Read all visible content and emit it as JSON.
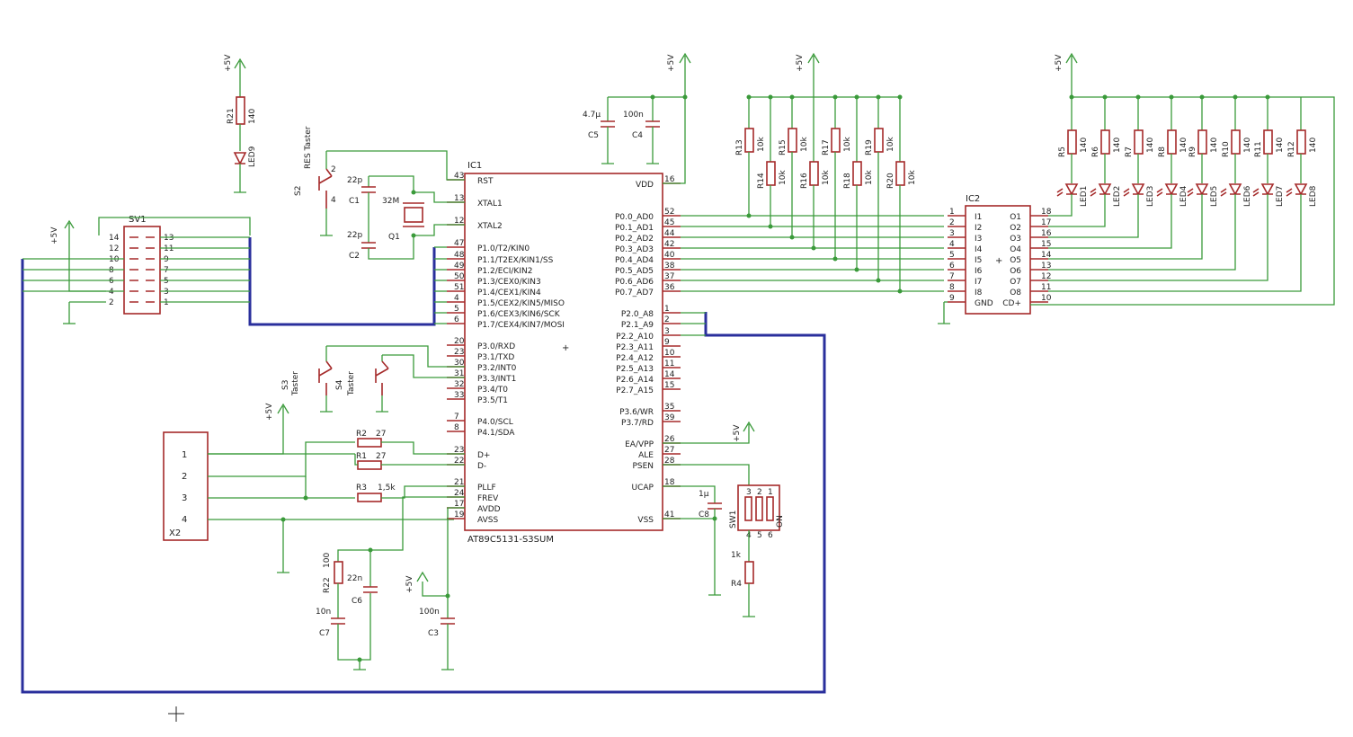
{
  "power": "+5V",
  "ic1": {
    "ref": "IC1",
    "part": "AT89C5131-S3SUM",
    "left_pins": [
      {
        "num": "43",
        "name": "RST"
      },
      {
        "num": "13",
        "name": "XTAL1"
      },
      {
        "num": "12",
        "name": "XTAL2"
      },
      {
        "num": "47",
        "name": "P1.0/T2/KIN0"
      },
      {
        "num": "48",
        "name": "P1.1/T2EX/KIN1/SS"
      },
      {
        "num": "49",
        "name": "P1.2/ECI/KIN2"
      },
      {
        "num": "50",
        "name": "P1.3/CEX0/KIN3"
      },
      {
        "num": "51",
        "name": "P1.4/CEX1/KIN4"
      },
      {
        "num": "4",
        "name": "P1.5/CEX2/KIN5/MISO"
      },
      {
        "num": "5",
        "name": "P1.6/CEX3/KIN6/SCK"
      },
      {
        "num": "6",
        "name": "P1.7/CEX4/KIN7/MOSI"
      },
      {
        "num": "20",
        "name": "P3.0/RXD"
      },
      {
        "num": "23",
        "name": "P3.1/TXD"
      },
      {
        "num": "30",
        "name": "P3.2/INT0"
      },
      {
        "num": "31",
        "name": "P3.3/INT1"
      },
      {
        "num": "32",
        "name": "P3.4/T0"
      },
      {
        "num": "33",
        "name": "P3.5/T1"
      },
      {
        "num": "7",
        "name": "P4.0/SCL"
      },
      {
        "num": "8",
        "name": "P4.1/SDA"
      },
      {
        "num": "23",
        "name": "D+"
      },
      {
        "num": "22",
        "name": "D-"
      },
      {
        "num": "21",
        "name": "PLLF"
      },
      {
        "num": "24",
        "name": "FREV"
      },
      {
        "num": "17",
        "name": "AVDD"
      },
      {
        "num": "19",
        "name": "AVSS"
      }
    ],
    "right_pins": [
      {
        "num": "16",
        "name": "VDD"
      },
      {
        "num": "52",
        "name": "P0.0_AD0"
      },
      {
        "num": "45",
        "name": "P0.1_AD1"
      },
      {
        "num": "44",
        "name": "P0.2_AD2"
      },
      {
        "num": "42",
        "name": "P0.3_AD3"
      },
      {
        "num": "40",
        "name": "P0.4_AD4"
      },
      {
        "num": "38",
        "name": "P0.5_AD5"
      },
      {
        "num": "37",
        "name": "P0.6_AD6"
      },
      {
        "num": "36",
        "name": "P0.7_AD7"
      },
      {
        "num": "1",
        "name": "P2.0_A8"
      },
      {
        "num": "2",
        "name": "P2.1_A9"
      },
      {
        "num": "3",
        "name": "P2.2_A10"
      },
      {
        "num": "9",
        "name": "P2.3_A11"
      },
      {
        "num": "10",
        "name": "P2.4_A12"
      },
      {
        "num": "11",
        "name": "P2.5_A13"
      },
      {
        "num": "14",
        "name": "P2.6_A14"
      },
      {
        "num": "15",
        "name": "P2.7_A15"
      },
      {
        "num": "35",
        "name": "P3.6/WR"
      },
      {
        "num": "39",
        "name": "P3.7/RD"
      },
      {
        "num": "26",
        "name": "EA/VPP"
      },
      {
        "num": "27",
        "name": "ALE"
      },
      {
        "num": "28",
        "name": "PSEN"
      },
      {
        "num": "18",
        "name": "UCAP"
      },
      {
        "num": "41",
        "name": "VSS"
      }
    ]
  },
  "ic2": {
    "ref": "IC2",
    "inputs": [
      "I1",
      "I2",
      "I3",
      "I4",
      "I5",
      "I6",
      "I7",
      "I8",
      "GND"
    ],
    "in_nums": [
      "1",
      "2",
      "3",
      "4",
      "5",
      "6",
      "7",
      "8",
      "9"
    ],
    "outputs": [
      "O1",
      "O2",
      "O3",
      "O4",
      "O5",
      "O6",
      "O7",
      "O8",
      "CD+"
    ],
    "out_nums": [
      "18",
      "17",
      "16",
      "15",
      "14",
      "13",
      "12",
      "11",
      "10"
    ]
  },
  "sv1": {
    "ref": "SV1",
    "left_nums": [
      "14",
      "12",
      "10",
      "8",
      "6",
      "4",
      "2"
    ],
    "right_nums": [
      "13",
      "11",
      "9",
      "7",
      "5",
      "3",
      "1"
    ]
  },
  "x2": {
    "ref": "X2",
    "pins": [
      "1",
      "2",
      "3",
      "4"
    ]
  },
  "pullups": [
    {
      "ref": "R13",
      "val": "10k"
    },
    {
      "ref": "R14",
      "val": "10k"
    },
    {
      "ref": "R15",
      "val": "10k"
    },
    {
      "ref": "R16",
      "val": "10k"
    },
    {
      "ref": "R17",
      "val": "10k"
    },
    {
      "ref": "R18",
      "val": "10k"
    },
    {
      "ref": "R19",
      "val": "10k"
    },
    {
      "ref": "R20",
      "val": "10k"
    }
  ],
  "led_res": [
    {
      "ref": "R5",
      "val": "140"
    },
    {
      "ref": "R6",
      "val": "140"
    },
    {
      "ref": "R7",
      "val": "140"
    },
    {
      "ref": "R8",
      "val": "140"
    },
    {
      "ref": "R9",
      "val": "140"
    },
    {
      "ref": "R10",
      "val": "140"
    },
    {
      "ref": "R11",
      "val": "140"
    },
    {
      "ref": "R12",
      "val": "140"
    }
  ],
  "leds": [
    "LED1",
    "LED2",
    "LED3",
    "LED4",
    "LED5",
    "LED6",
    "LED7",
    "LED8"
  ],
  "r21": {
    "ref": "R21",
    "val": "140"
  },
  "led9": "LED9",
  "c1": {
    "ref": "C1",
    "val": "22p"
  },
  "c2": {
    "ref": "C2",
    "val": "22p"
  },
  "q1": {
    "ref": "Q1",
    "val": "32M"
  },
  "c4": {
    "ref": "C4",
    "val": "100n"
  },
  "c5": {
    "ref": "C5",
    "val": "4.7µ"
  },
  "s2": {
    "ref": "S2",
    "val": "RES Taster"
  },
  "s3": {
    "ref": "S3",
    "val": "Taster"
  },
  "s4": {
    "ref": "S4",
    "val": "Taster"
  },
  "r1": {
    "ref": "R1",
    "val": "27"
  },
  "r2": {
    "ref": "R2",
    "val": "27"
  },
  "r3": {
    "ref": "R3",
    "val": "1,5k"
  },
  "r22": {
    "ref": "R22",
    "val": "100"
  },
  "c6": {
    "ref": "C6",
    "val": "22n"
  },
  "c7": {
    "ref": "C7",
    "val": "10n"
  },
  "c3": {
    "ref": "C3",
    "val": "100n"
  },
  "c8": {
    "ref": "C8",
    "val": "1µ"
  },
  "sw1": {
    "ref": "SW1",
    "on": "ON",
    "top": [
      "3",
      "2",
      "1"
    ],
    "bot": [
      "4",
      "5",
      "6"
    ]
  },
  "r4": {
    "ref": "R4",
    "val": "1k"
  },
  "pin_marks": [
    "1",
    "2",
    "3",
    "4"
  ]
}
